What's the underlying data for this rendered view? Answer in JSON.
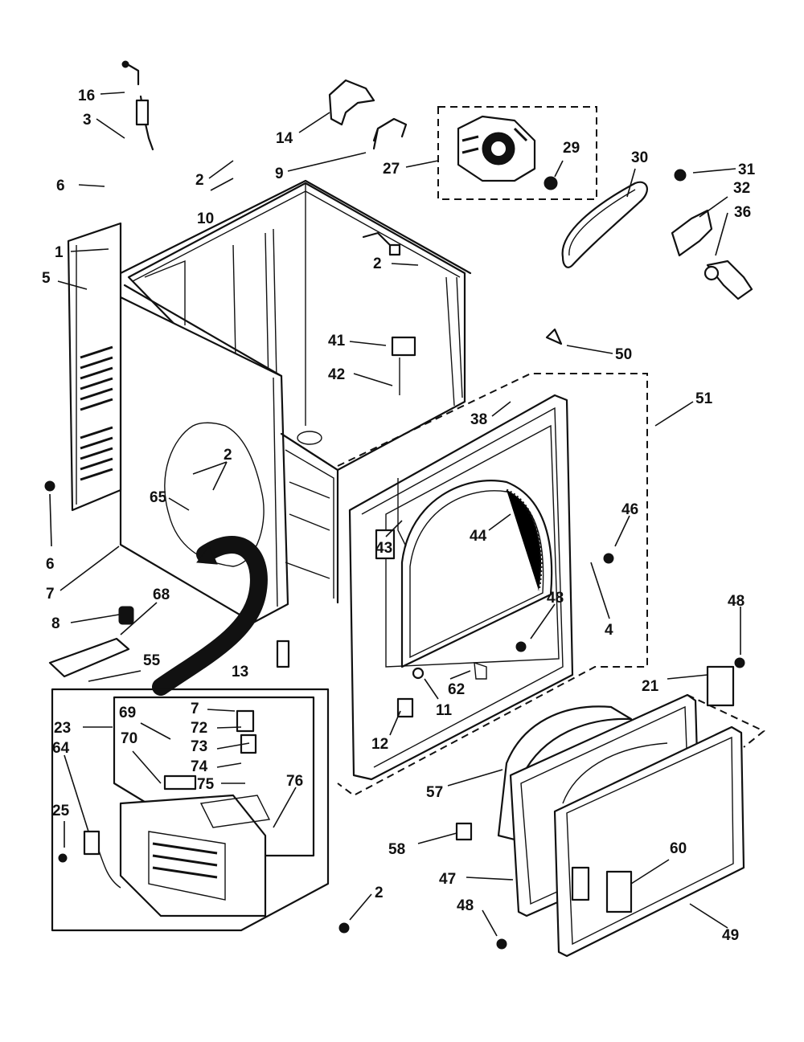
{
  "callouts": [
    {
      "id": "c16",
      "text": "16"
    },
    {
      "id": "c3",
      "text": "3"
    },
    {
      "id": "c14",
      "text": "14"
    },
    {
      "id": "c2a",
      "text": "2"
    },
    {
      "id": "c9",
      "text": "9"
    },
    {
      "id": "c27",
      "text": "27"
    },
    {
      "id": "c29",
      "text": "29"
    },
    {
      "id": "c30",
      "text": "30"
    },
    {
      "id": "c31",
      "text": "31"
    },
    {
      "id": "c32",
      "text": "32"
    },
    {
      "id": "c36",
      "text": "36"
    },
    {
      "id": "c6a",
      "text": "6"
    },
    {
      "id": "c10",
      "text": "10"
    },
    {
      "id": "c1",
      "text": "1"
    },
    {
      "id": "c5",
      "text": "5"
    },
    {
      "id": "c2b",
      "text": "2"
    },
    {
      "id": "c41",
      "text": "41"
    },
    {
      "id": "c42",
      "text": "42"
    },
    {
      "id": "c50",
      "text": "50"
    },
    {
      "id": "c38",
      "text": "38"
    },
    {
      "id": "c51",
      "text": "51"
    },
    {
      "id": "c2c",
      "text": "2"
    },
    {
      "id": "c65",
      "text": "65"
    },
    {
      "id": "c6b",
      "text": "6"
    },
    {
      "id": "c7a",
      "text": "7"
    },
    {
      "id": "c43",
      "text": "43"
    },
    {
      "id": "c44",
      "text": "44"
    },
    {
      "id": "c46",
      "text": "46"
    },
    {
      "id": "c4",
      "text": "4"
    },
    {
      "id": "c8",
      "text": "8"
    },
    {
      "id": "c68",
      "text": "68"
    },
    {
      "id": "c48a",
      "text": "48"
    },
    {
      "id": "c48b",
      "text": "48"
    },
    {
      "id": "c55",
      "text": "55"
    },
    {
      "id": "c13",
      "text": "13"
    },
    {
      "id": "c62",
      "text": "62"
    },
    {
      "id": "c11",
      "text": "11"
    },
    {
      "id": "c21",
      "text": "21"
    },
    {
      "id": "c23",
      "text": "23"
    },
    {
      "id": "c69",
      "text": "69"
    },
    {
      "id": "c7b",
      "text": "7"
    },
    {
      "id": "c72",
      "text": "72"
    },
    {
      "id": "c64",
      "text": "64"
    },
    {
      "id": "c70",
      "text": "70"
    },
    {
      "id": "c73",
      "text": "73"
    },
    {
      "id": "c12",
      "text": "12"
    },
    {
      "id": "c74",
      "text": "74"
    },
    {
      "id": "c75",
      "text": "75"
    },
    {
      "id": "c76",
      "text": "76"
    },
    {
      "id": "c57",
      "text": "57"
    },
    {
      "id": "c25",
      "text": "25"
    },
    {
      "id": "c58",
      "text": "58"
    },
    {
      "id": "c60",
      "text": "60"
    },
    {
      "id": "c47",
      "text": "47"
    },
    {
      "id": "c2d",
      "text": "2"
    },
    {
      "id": "c48c",
      "text": "48"
    },
    {
      "id": "c49",
      "text": "49"
    }
  ]
}
